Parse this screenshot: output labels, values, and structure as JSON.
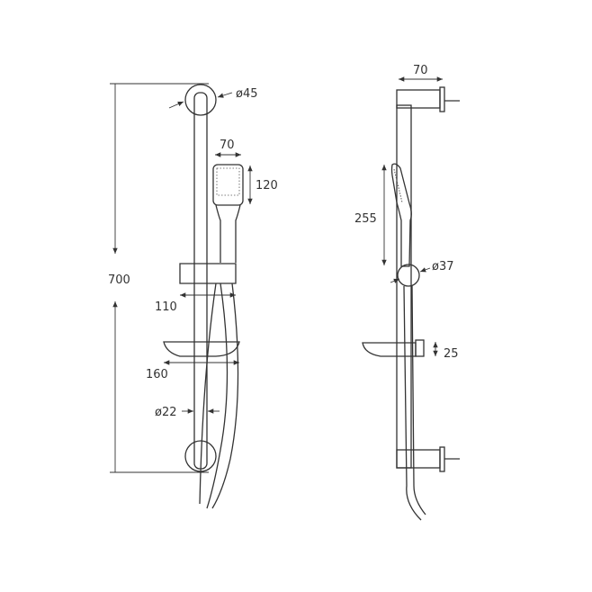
{
  "front_view": {
    "height_total": "700",
    "bracket_diameter": "ø45",
    "handset_width": "70",
    "handset_height": "120",
    "slider_depth": "110",
    "soap_dish_width": "160",
    "rail_diameter": "ø22"
  },
  "side_view": {
    "bracket_projection": "70",
    "handset_length": "255",
    "ball_diameter": "ø37",
    "soap_dish_height": "25"
  }
}
